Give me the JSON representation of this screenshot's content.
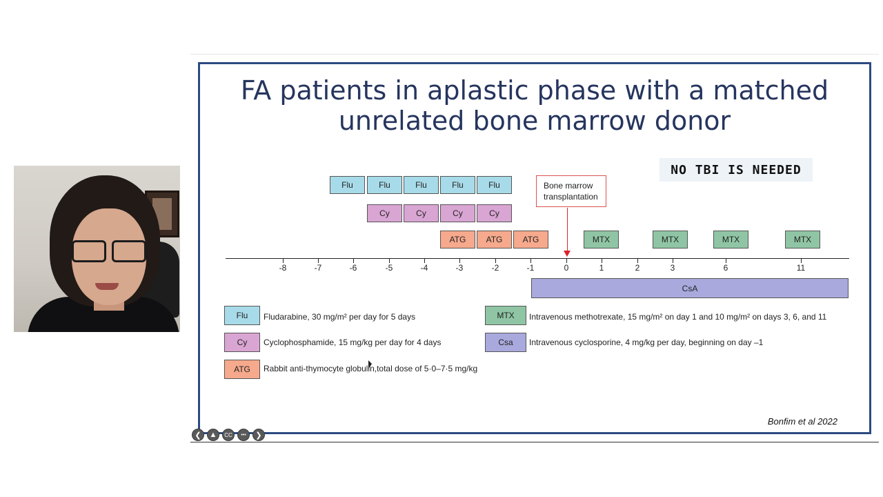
{
  "slide": {
    "title_line1": "FA patients in aplastic phase with a matched",
    "title_line2": "unrelated bone marrow donor",
    "no_tbi": "NO TBI IS NEEDED",
    "bmt_line1": "Bone marrow",
    "bmt_line2": "transplantation",
    "citation": "Bonfim et al 2022"
  },
  "timeline": {
    "flu_label": "Flu",
    "cy_label": "Cy",
    "atg_label": "ATG",
    "mtx_label": "MTX",
    "csa_bar_label": "CsA",
    "ticks": [
      "-8",
      "-7",
      "-6",
      "-5",
      "-4",
      "-3",
      "-2",
      "-1",
      "0",
      "1",
      "2",
      "3",
      "6",
      "11"
    ]
  },
  "legend": {
    "flu": {
      "key": "Flu",
      "text": "Fludarabine, 30 mg/m² per day for 5 days"
    },
    "cy": {
      "key": "Cy",
      "text": "Cyclophosphamide, 15 mg/kg per day for 4 days"
    },
    "atg": {
      "key": "ATG",
      "text": "Rabbit anti-thymocyte globulin,total dose of 5·0–7·5 mg/kg"
    },
    "mtx": {
      "key": "MTX",
      "text": "Intravenous methotrexate, 15 mg/m² on day 1 and 10 mg/m² on days 3, 6, and 11"
    },
    "csa": {
      "key": "Csa",
      "text": "Intravenous cyclosporine, 4 mg/kg per day, beginning on day –1"
    }
  },
  "controls": {
    "prev": "❮",
    "pointer": "▲",
    "cc": "CC",
    "more": "•••",
    "next": "❯"
  },
  "colors": {
    "flu": "#a8dbe9",
    "cy": "#d9a5d3",
    "atg": "#f6a98c",
    "mtx": "#8fc5a4",
    "csa": "#a9a9dd",
    "border": "#2c4a80"
  }
}
